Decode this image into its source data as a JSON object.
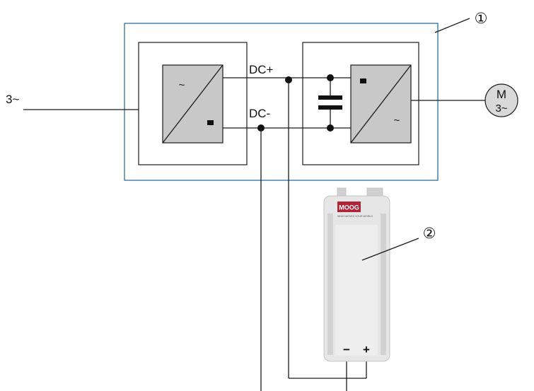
{
  "diagram": {
    "callout_1": "①",
    "callout_2": "②",
    "input_label": "3~",
    "dc_plus_label": "DC+",
    "dc_minus_label": "DC-",
    "rectifier": {
      "ac_symbol": "~",
      "dc_symbol": "▬"
    },
    "inverter": {
      "dc_symbol": "▬",
      "ac_symbol": "~"
    },
    "motor": {
      "line1": "M",
      "line2": "3~"
    },
    "brake_module": {
      "brand": "MOOG",
      "brand_color": "#b0243a",
      "subtitle": "WHAT MOVES YOUR WORLD",
      "minus_terminal": "−",
      "plus_terminal": "+"
    },
    "colors": {
      "drive_border": "#2f6f9f",
      "converter_fill": "#c8c8c8",
      "motor_fill": "#d9d9d9",
      "module_fill": "#e6e6e6"
    }
  }
}
